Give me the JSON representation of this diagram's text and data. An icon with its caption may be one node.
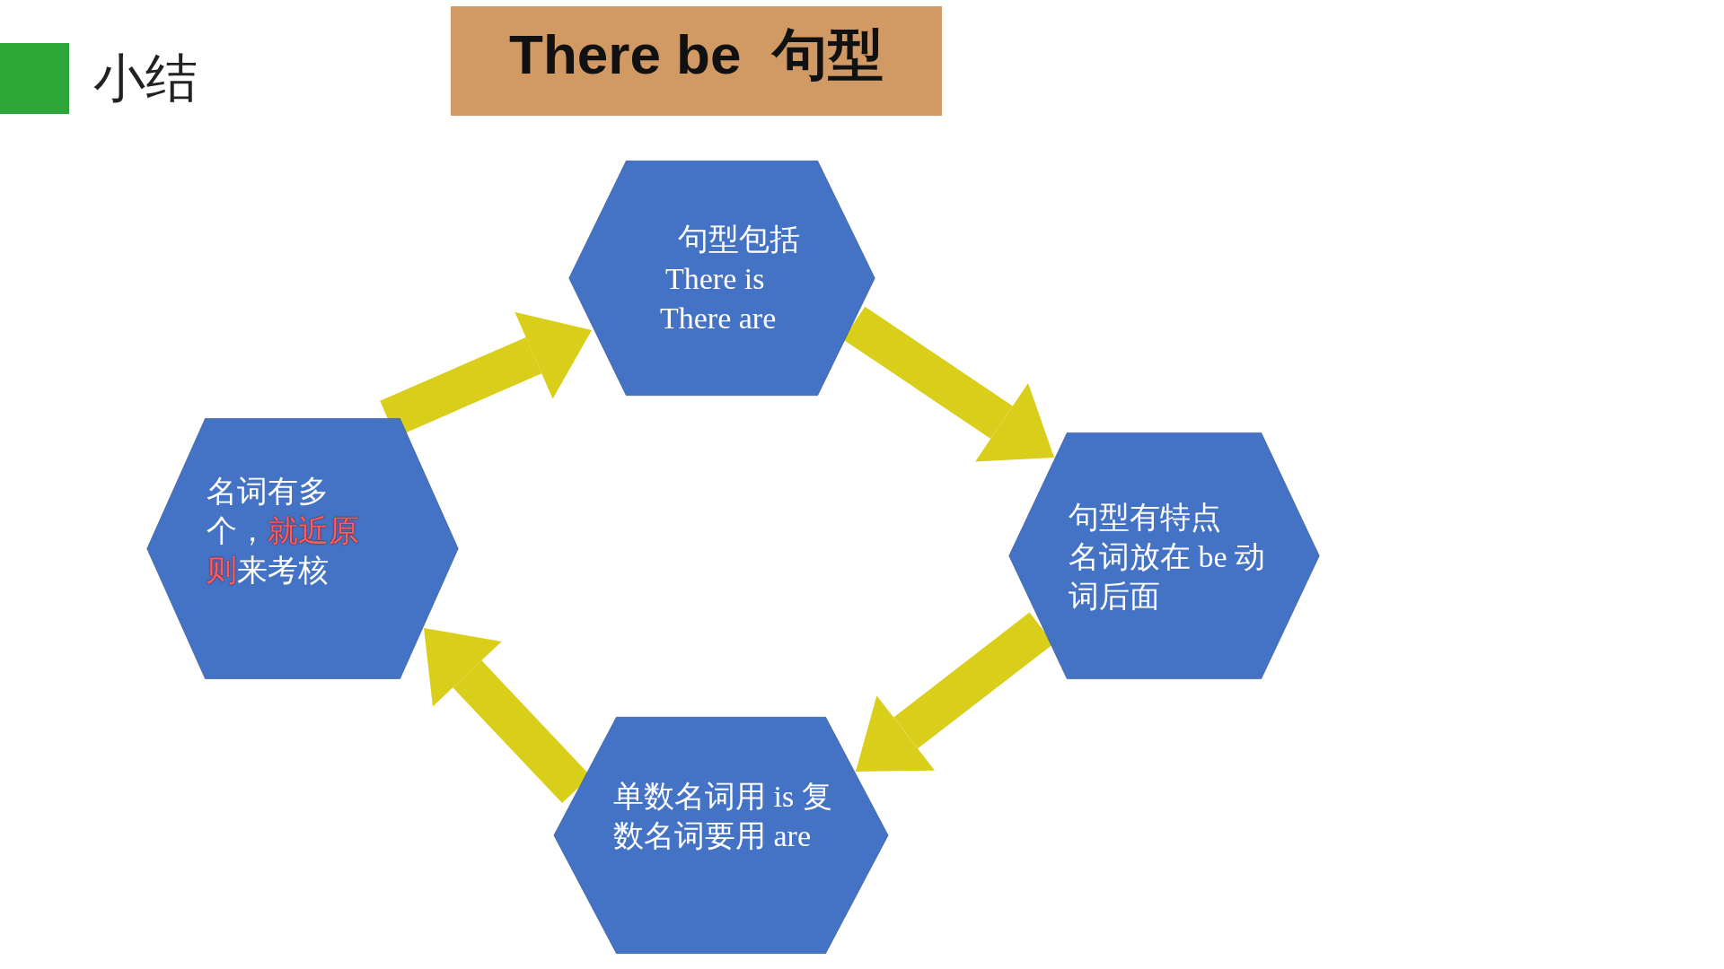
{
  "diagram": {
    "title": "There be  句型",
    "nodes": [
      {
        "text": [
          "句型包括",
          "There is",
          "There are"
        ]
      },
      {
        "text": [
          "句型有特点",
          "名词放在 be 动词后面"
        ]
      },
      {
        "text": [
          "单数名词用 is 复数名词要用 are"
        ]
      },
      {
        "text": [
          "名词有多个，",
          "就近原则",
          "来考核"
        ]
      }
    ],
    "edges": [
      {
        "from": 3,
        "to": 0,
        "arrow": "to"
      },
      {
        "from": 0,
        "to": 1,
        "arrow": "to"
      },
      {
        "from": 1,
        "to": 2,
        "arrow": "to"
      },
      {
        "from": 2,
        "to": 3,
        "arrow": "to"
      }
    ],
    "labels": [
      "小结"
    ]
  }
}
